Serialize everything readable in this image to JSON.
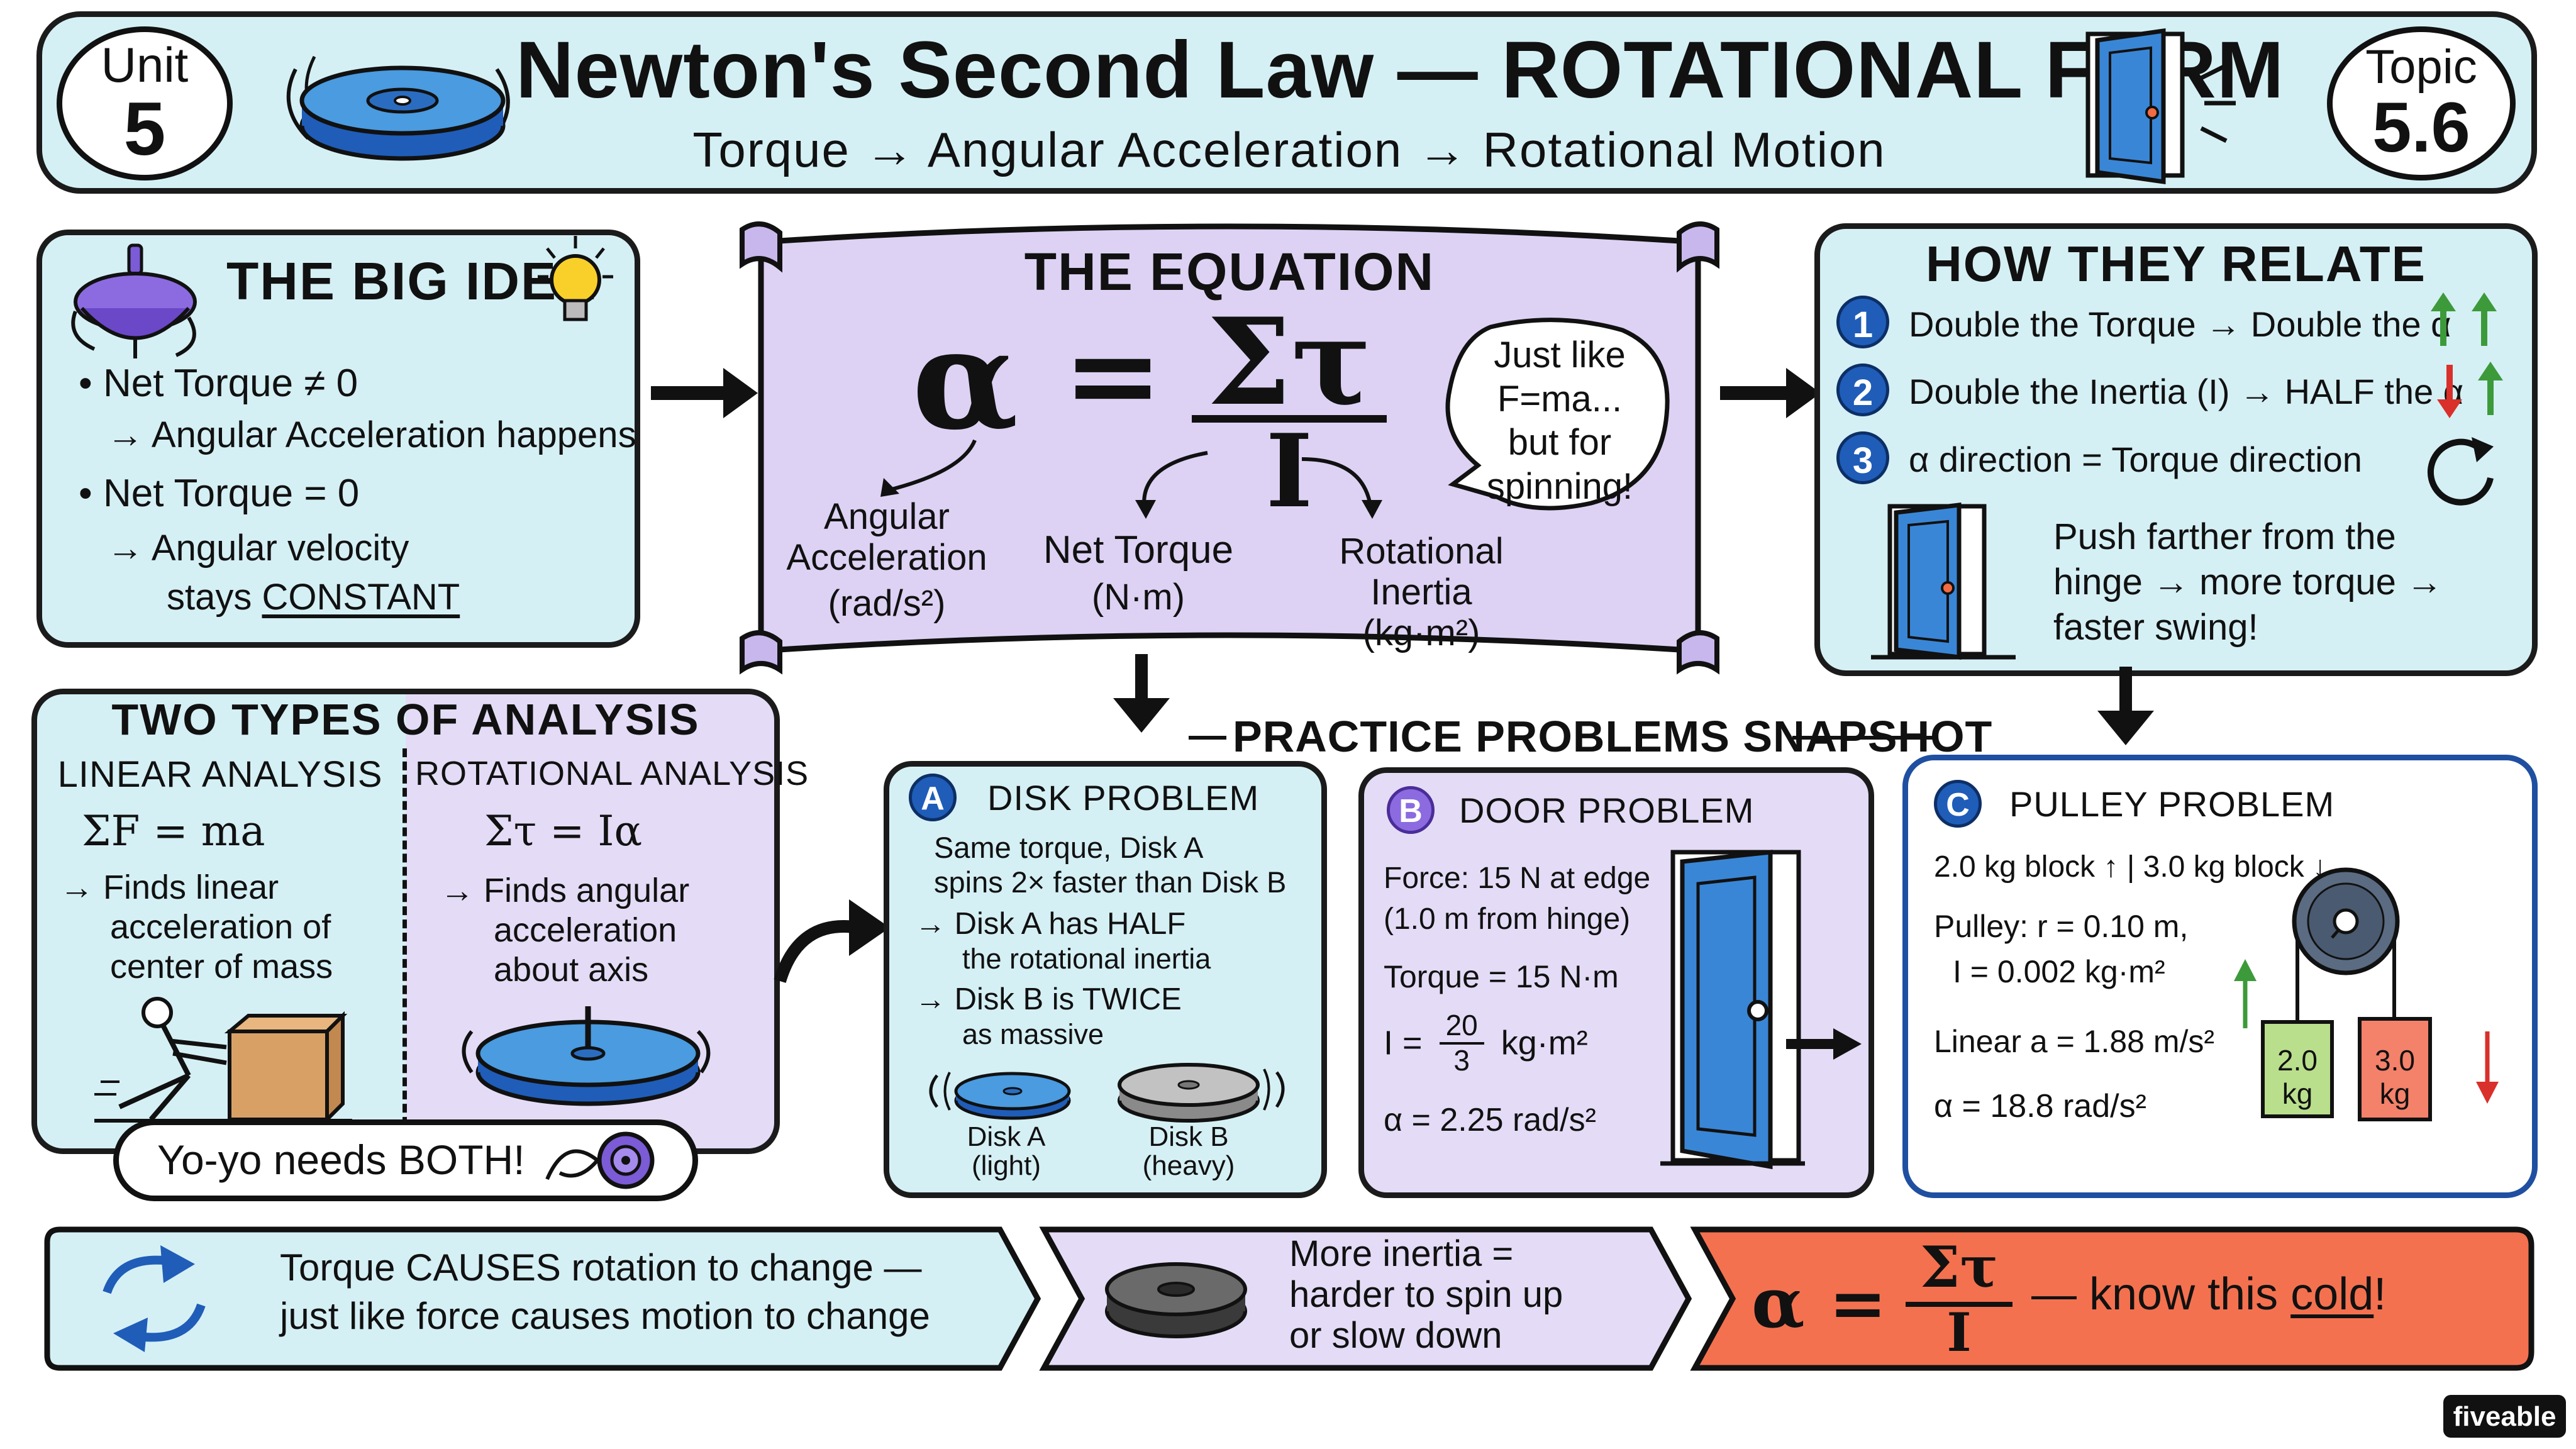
{
  "header": {
    "unit_label": "Unit",
    "unit_number": "5",
    "title": "Newton's Second Law — ROTATIONAL FORM",
    "subtitle": "Torque → Angular Acceleration → Rotational Motion",
    "topic_label": "Topic",
    "topic_number": "5.6"
  },
  "big_idea": {
    "title": "THE BIG IDEA",
    "bullet1": "Net Torque ≠ 0",
    "bullet1_result": "→ Angular Acceleration happens",
    "bullet2": "Net Torque = 0",
    "bullet2_result_line1": "→ Angular velocity",
    "bullet2_result_line2_prefix": "stays",
    "bullet2_result_emphasis": "CONSTANT"
  },
  "equation": {
    "title": "THE EQUATION",
    "lhs": "α",
    "equals": "=",
    "numerator": "Στ",
    "denominator": "I",
    "bubble": [
      "Just like",
      "F=ma...",
      "but for",
      "spinning!"
    ],
    "labels": {
      "alpha_name": [
        "Angular",
        "Acceleration"
      ],
      "alpha_unit": "(rad/s²)",
      "torque_name": "Net Torque",
      "torque_unit": "(N·m)",
      "inertia_name": [
        "Rotational",
        "Inertia"
      ],
      "inertia_unit": "(kg·m²)"
    }
  },
  "relate": {
    "title": "HOW THEY RELATE",
    "items": [
      {
        "n": "1",
        "text": "Double the Torque → Double the α"
      },
      {
        "n": "2",
        "text": "Double the Inertia (I) → HALF the α"
      },
      {
        "n": "3",
        "text": "α direction = Torque direction"
      }
    ],
    "door_note": [
      "Push farther from the",
      "hinge → more torque →",
      "faster swing!"
    ]
  },
  "analysis": {
    "title": "TWO TYPES OF ANALYSIS",
    "linear": {
      "title": "LINEAR ANALYSIS",
      "formula": "ΣF = ma",
      "desc": [
        "→ Finds linear",
        "acceleration of",
        "center of mass"
      ]
    },
    "rotational": {
      "title": "ROTATIONAL ANALYSIS",
      "formula": "Στ = Iα",
      "desc": [
        "→ Finds angular",
        "acceleration",
        "about axis"
      ]
    },
    "yoyo": "Yo-yo needs BOTH!"
  },
  "practice": {
    "title": "PRACTICE PROBLEMS SNAPSHOT",
    "disk": {
      "badge": "A",
      "title": "DISK PROBLEM",
      "lines": [
        "Same torque, Disk A",
        "spins 2× faster than Disk B"
      ],
      "r1": "→ Disk A has HALF",
      "r1b": "the rotational inertia",
      "r2": "→ Disk B is TWICE",
      "r2b": "as massive",
      "diskA": "Disk A",
      "diskA_note": "(light)",
      "diskB": "Disk B",
      "diskB_note": "(heavy)"
    },
    "door": {
      "badge": "B",
      "title": "DOOR PROBLEM",
      "force": "Force: 15 N at edge",
      "force_note": "(1.0 m from hinge)",
      "torque": "Torque = 15 N·m",
      "inertia_prefix": "I =",
      "inertia_num": "20",
      "inertia_den": "3",
      "inertia_unit": "kg·m²",
      "alpha": "α = 2.25 rad/s²"
    },
    "pulley": {
      "badge": "C",
      "title": "PULLEY PROBLEM",
      "blocks": "2.0 kg block ↑ | 3.0 kg block ↓",
      "pulley_line1": "Pulley: r = 0.10 m,",
      "pulley_line2": "I = 0.002 kg·m²",
      "linear_a": "Linear a = 1.88 m/s²",
      "alpha": "α = 18.8 rad/s²",
      "block_left": [
        "2.0",
        "kg"
      ],
      "block_right": [
        "3.0",
        "kg"
      ]
    }
  },
  "bottom": {
    "left": [
      "Torque CAUSES rotation to change —",
      "just like force causes motion to change"
    ],
    "middle": [
      "More inertia =",
      "harder to spin up",
      "or slow down"
    ],
    "right_lhs": "α =",
    "right_num": "Στ",
    "right_den": "I",
    "right_tail_prefix": "— know this",
    "right_tail_emphasis": "cold",
    "right_tail_end": "!"
  },
  "brand": "fiveable",
  "colors": {
    "panel_blue": "#d5f0f5",
    "panel_lavender": "#e4dcf6",
    "accent_blue": "#1f5db8",
    "orange": "#f4714f",
    "green_block": "#b9df8d",
    "red_block": "#f4816a"
  }
}
